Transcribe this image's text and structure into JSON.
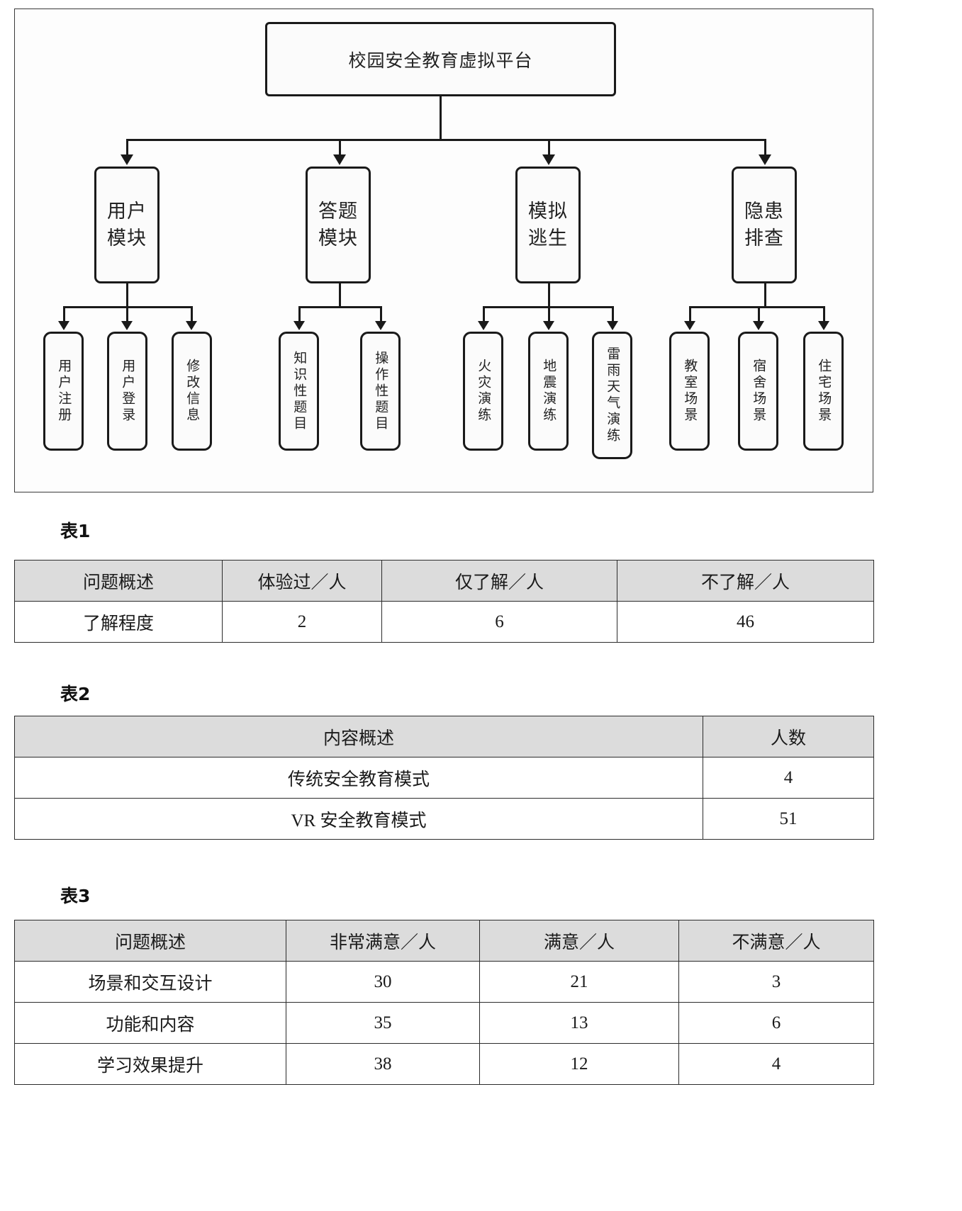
{
  "diagram": {
    "root": {
      "label": "校园安全教育虚拟平台"
    },
    "modules": [
      {
        "label": "用户\n模块"
      },
      {
        "label": "答题\n模块"
      },
      {
        "label": "模拟\n逃生"
      },
      {
        "label": "隐患\n排查"
      }
    ],
    "leaves": [
      {
        "label": "用户注册"
      },
      {
        "label": "用户登录"
      },
      {
        "label": "修改信息"
      },
      {
        "label": "知识性题目"
      },
      {
        "label": "操作性题目"
      },
      {
        "label": "火灾演练"
      },
      {
        "label": "地震演练"
      },
      {
        "label": "雷雨天气演练"
      },
      {
        "label": "教室场景"
      },
      {
        "label": "宿舍场景"
      },
      {
        "label": "住宅场景"
      }
    ]
  },
  "table1": {
    "caption": "表1",
    "headers": [
      "问题概述",
      "体验过／人",
      "仅了解／人",
      "不了解／人"
    ],
    "rows": [
      [
        "了解程度",
        "2",
        "6",
        "46"
      ]
    ]
  },
  "table2": {
    "caption": "表2",
    "headers": [
      "内容概述",
      "人数"
    ],
    "rows": [
      [
        "传统安全教育模式",
        "4"
      ],
      [
        "VR 安全教育模式",
        "51"
      ]
    ]
  },
  "table3": {
    "caption": "表3",
    "headers": [
      "问题概述",
      "非常满意／人",
      "满意／人",
      "不满意／人"
    ],
    "rows": [
      [
        "场景和交互设计",
        "30",
        "21",
        "3"
      ],
      [
        "功能和内容",
        "35",
        "13",
        "6"
      ],
      [
        "学习效果提升",
        "38",
        "12",
        "4"
      ]
    ]
  }
}
